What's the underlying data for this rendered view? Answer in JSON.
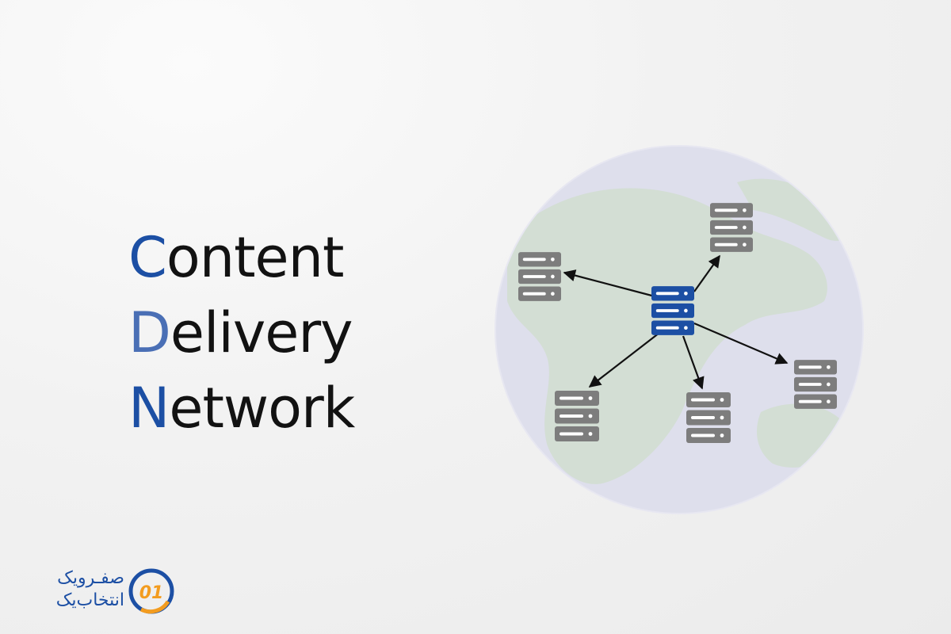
{
  "title": {
    "lines": [
      {
        "first": "C",
        "rest": "ontent"
      },
      {
        "first": "D",
        "rest": "elivery"
      },
      {
        "first": "N",
        "rest": "etwork"
      }
    ]
  },
  "colors": {
    "initial_c": "#1c4fa4",
    "initial_d": "#4a6fb5",
    "initial_n": "#1c4fa4",
    "origin_server": "#1c4fa4",
    "edge_server": "#7d7d7d",
    "globe": "#dedfec",
    "land": "#d2ded2",
    "logo_blue": "#1c4fa4",
    "logo_orange": "#f39c1f"
  },
  "diagram": {
    "origin": {
      "icon": "server-icon",
      "role": "origin"
    },
    "edges": [
      {
        "icon": "server-icon"
      },
      {
        "icon": "server-icon"
      },
      {
        "icon": "server-icon"
      },
      {
        "icon": "server-icon"
      },
      {
        "icon": "server-icon"
      }
    ],
    "background_icon": "globe-icon",
    "connector_icon": "arrow-icon"
  },
  "logo": {
    "line1": "صفـرویک",
    "line2": "انتخاب‌یک",
    "mark_text": "01"
  }
}
